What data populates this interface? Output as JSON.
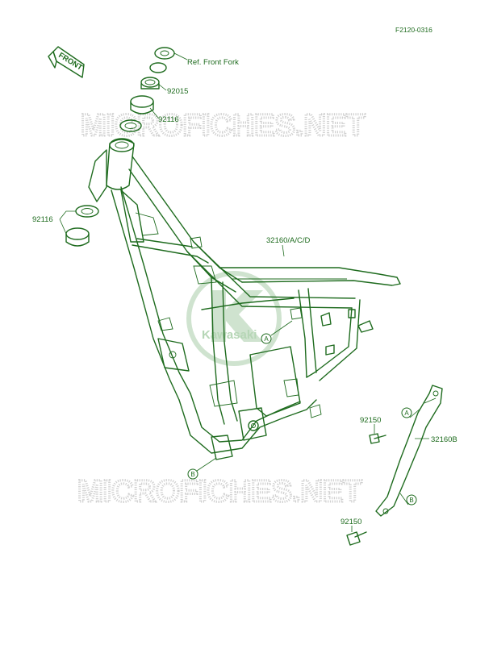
{
  "figure_code": "F2120-0316",
  "front_arrow_label": "FRONT",
  "watermark_text": "MICROFICHES.NET",
  "brand_logo_text": "Kawasaki",
  "colors": {
    "line": "#1e6b1e",
    "watermark": "#d0d0d0",
    "logo": "#cfe3cf"
  },
  "callouts": {
    "ref_front_fork": "Ref. Front Fork",
    "p92015": "92015",
    "p92116_top": "92116",
    "p92116_left": "92116",
    "p32160_acd": "32160/A/C/D",
    "p92150_upper": "92150",
    "p32160b": "32160B",
    "p92150_lower": "92150"
  },
  "markers": {
    "a_frame": "A",
    "b_frame": "B",
    "a_bracket": "A",
    "b_bracket": "B"
  }
}
